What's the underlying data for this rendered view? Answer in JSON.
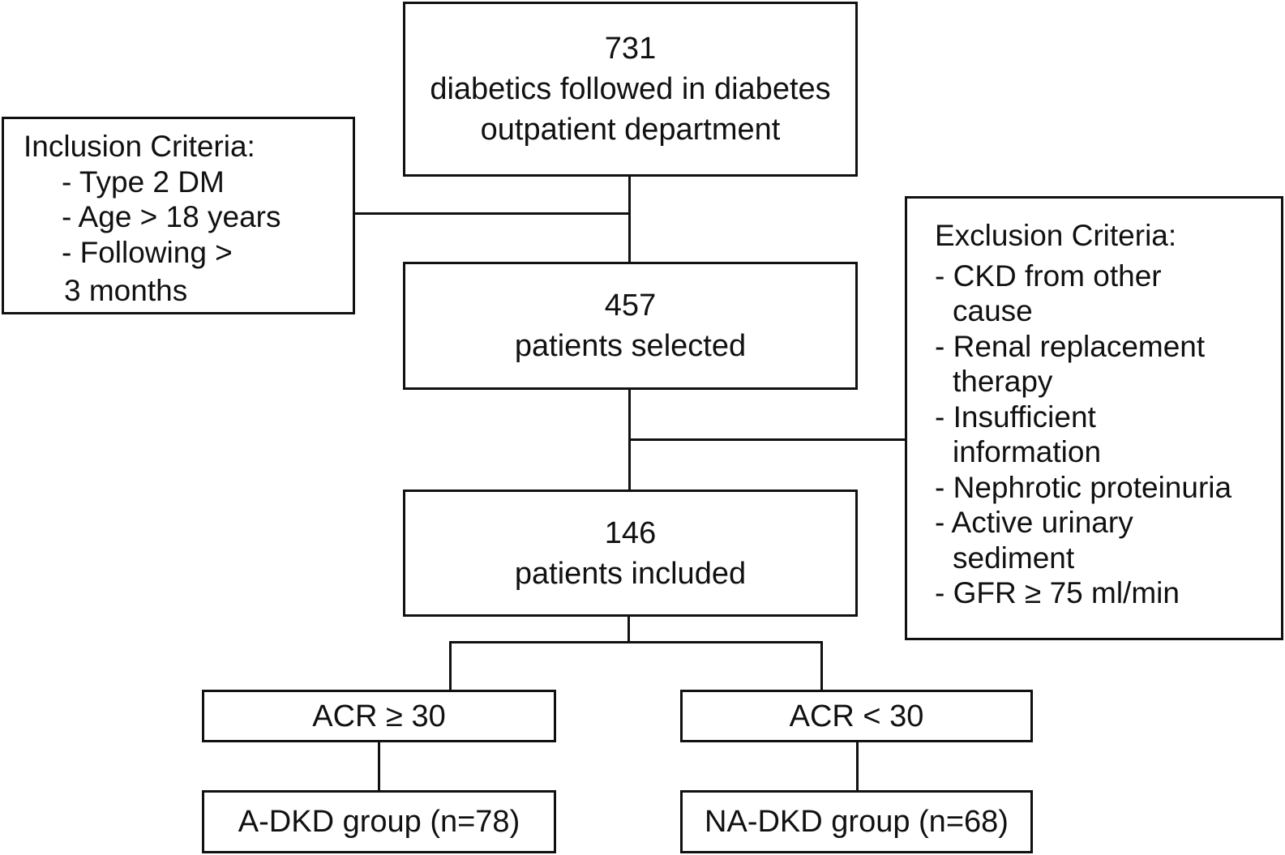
{
  "top_box": {
    "count": "731",
    "line1": "diabetics followed in diabetes",
    "line2": "outpatient department"
  },
  "inclusion": {
    "title": "Inclusion Criteria:",
    "items": [
      "- Type 2 DM",
      "- Age > 18 years",
      "- Following >"
    ],
    "continuation": "3 months"
  },
  "selected_box": {
    "count": "457",
    "label": "patients selected"
  },
  "exclusion": {
    "title": "Exclusion Criteria:",
    "lines": [
      "- CKD from other",
      "cause",
      "- Renal replacement",
      "therapy",
      "- Insufficient",
      "information",
      "- Nephrotic proteinuria",
      "- Active urinary",
      "sediment",
      "- GFR ≥ 75 ml/min"
    ]
  },
  "included_box": {
    "count": "146",
    "label": "patients included"
  },
  "split": {
    "left": "ACR ≥ 30",
    "right": "ACR < 30"
  },
  "groups": {
    "left": "A-DKD group (n=78)",
    "right": "NA-DKD group (n=68)"
  }
}
